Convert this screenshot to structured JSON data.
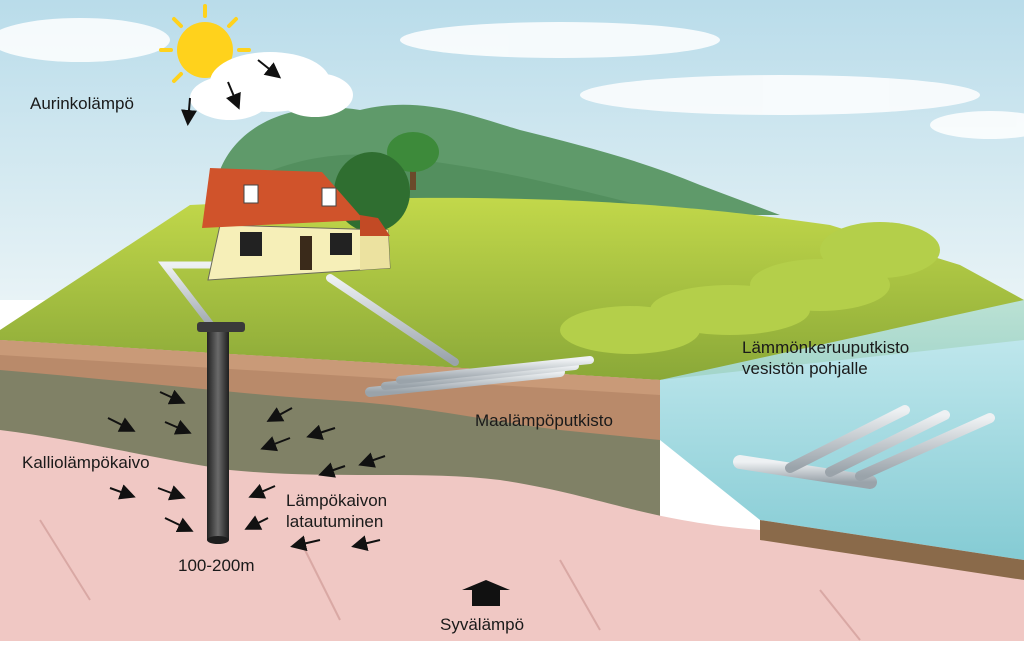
{
  "labels": {
    "solar_heat": "Aurinkolämpö",
    "bedrock_well": "Kalliolämpökaivo",
    "ground_loop": "Maalämpöputkisto",
    "lake_loop_line1": "Lämmönkeruuputkisto",
    "lake_loop_line2": "vesistön pohjalle",
    "well_recharge_line1": "Lämpökaivon",
    "well_recharge_line2": "latautuminen",
    "well_depth": "100-200m",
    "deep_heat": "Syvälämpö"
  },
  "colors": {
    "sky": "#cfe6ef",
    "grass": "#a8c63c",
    "soil": "#b98a6a",
    "bedrock": "#f0c8c4",
    "water": "#8fd0d8",
    "house_wall": "#f6efb8",
    "roof": "#d0532b",
    "pipe": "#c9cfd4",
    "well": "#3c3c3c",
    "sun": "#ffd21c"
  }
}
